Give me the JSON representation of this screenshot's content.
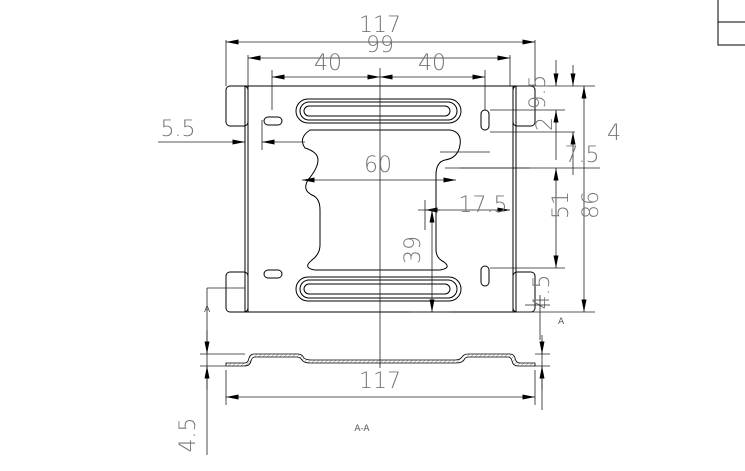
{
  "drawing": {
    "dimensions": {
      "overall_width": "117",
      "inner_width": "99",
      "left_span": "40",
      "right_span": "40",
      "edge_offset": "5.5",
      "cutout_width": "60",
      "hole_offset": "17.5",
      "cutout_half_height": "39",
      "top_offset": "9.5",
      "small_gap": "2",
      "hole_spacing": "4",
      "upper_offset": "7.5",
      "mid_height": "51",
      "overall_height": "86",
      "bottom_offset": "4.5",
      "section_width": "117",
      "section_height": "4.5"
    },
    "section_label": "A-A",
    "section_marker": "A",
    "colors": {
      "line": "#000000",
      "text": "#777777",
      "hatch": "#888888"
    }
  }
}
